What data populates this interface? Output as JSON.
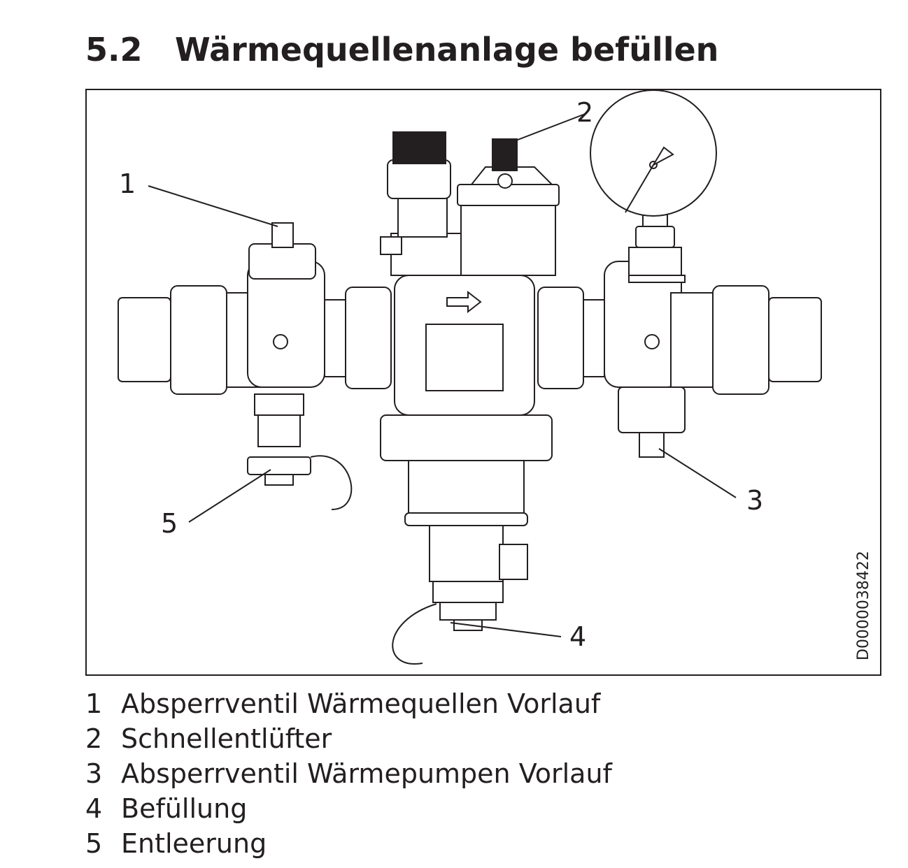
{
  "section": {
    "number": "5.2",
    "title": "Wärmequellenanlage befüllen"
  },
  "figure": {
    "doc_id": "D0000038422",
    "callouts": [
      "1",
      "2",
      "3",
      "4",
      "5"
    ]
  },
  "legend": [
    {
      "num": "1",
      "text": "Absperrventil Wärmequellen Vorlauf"
    },
    {
      "num": "2",
      "text": "Schnellentlüfter"
    },
    {
      "num": "3",
      "text": "Absperrventil Wärmepumpen Vorlauf"
    },
    {
      "num": "4",
      "text": "Befüllung"
    },
    {
      "num": "5",
      "text": "Entleerung"
    }
  ]
}
